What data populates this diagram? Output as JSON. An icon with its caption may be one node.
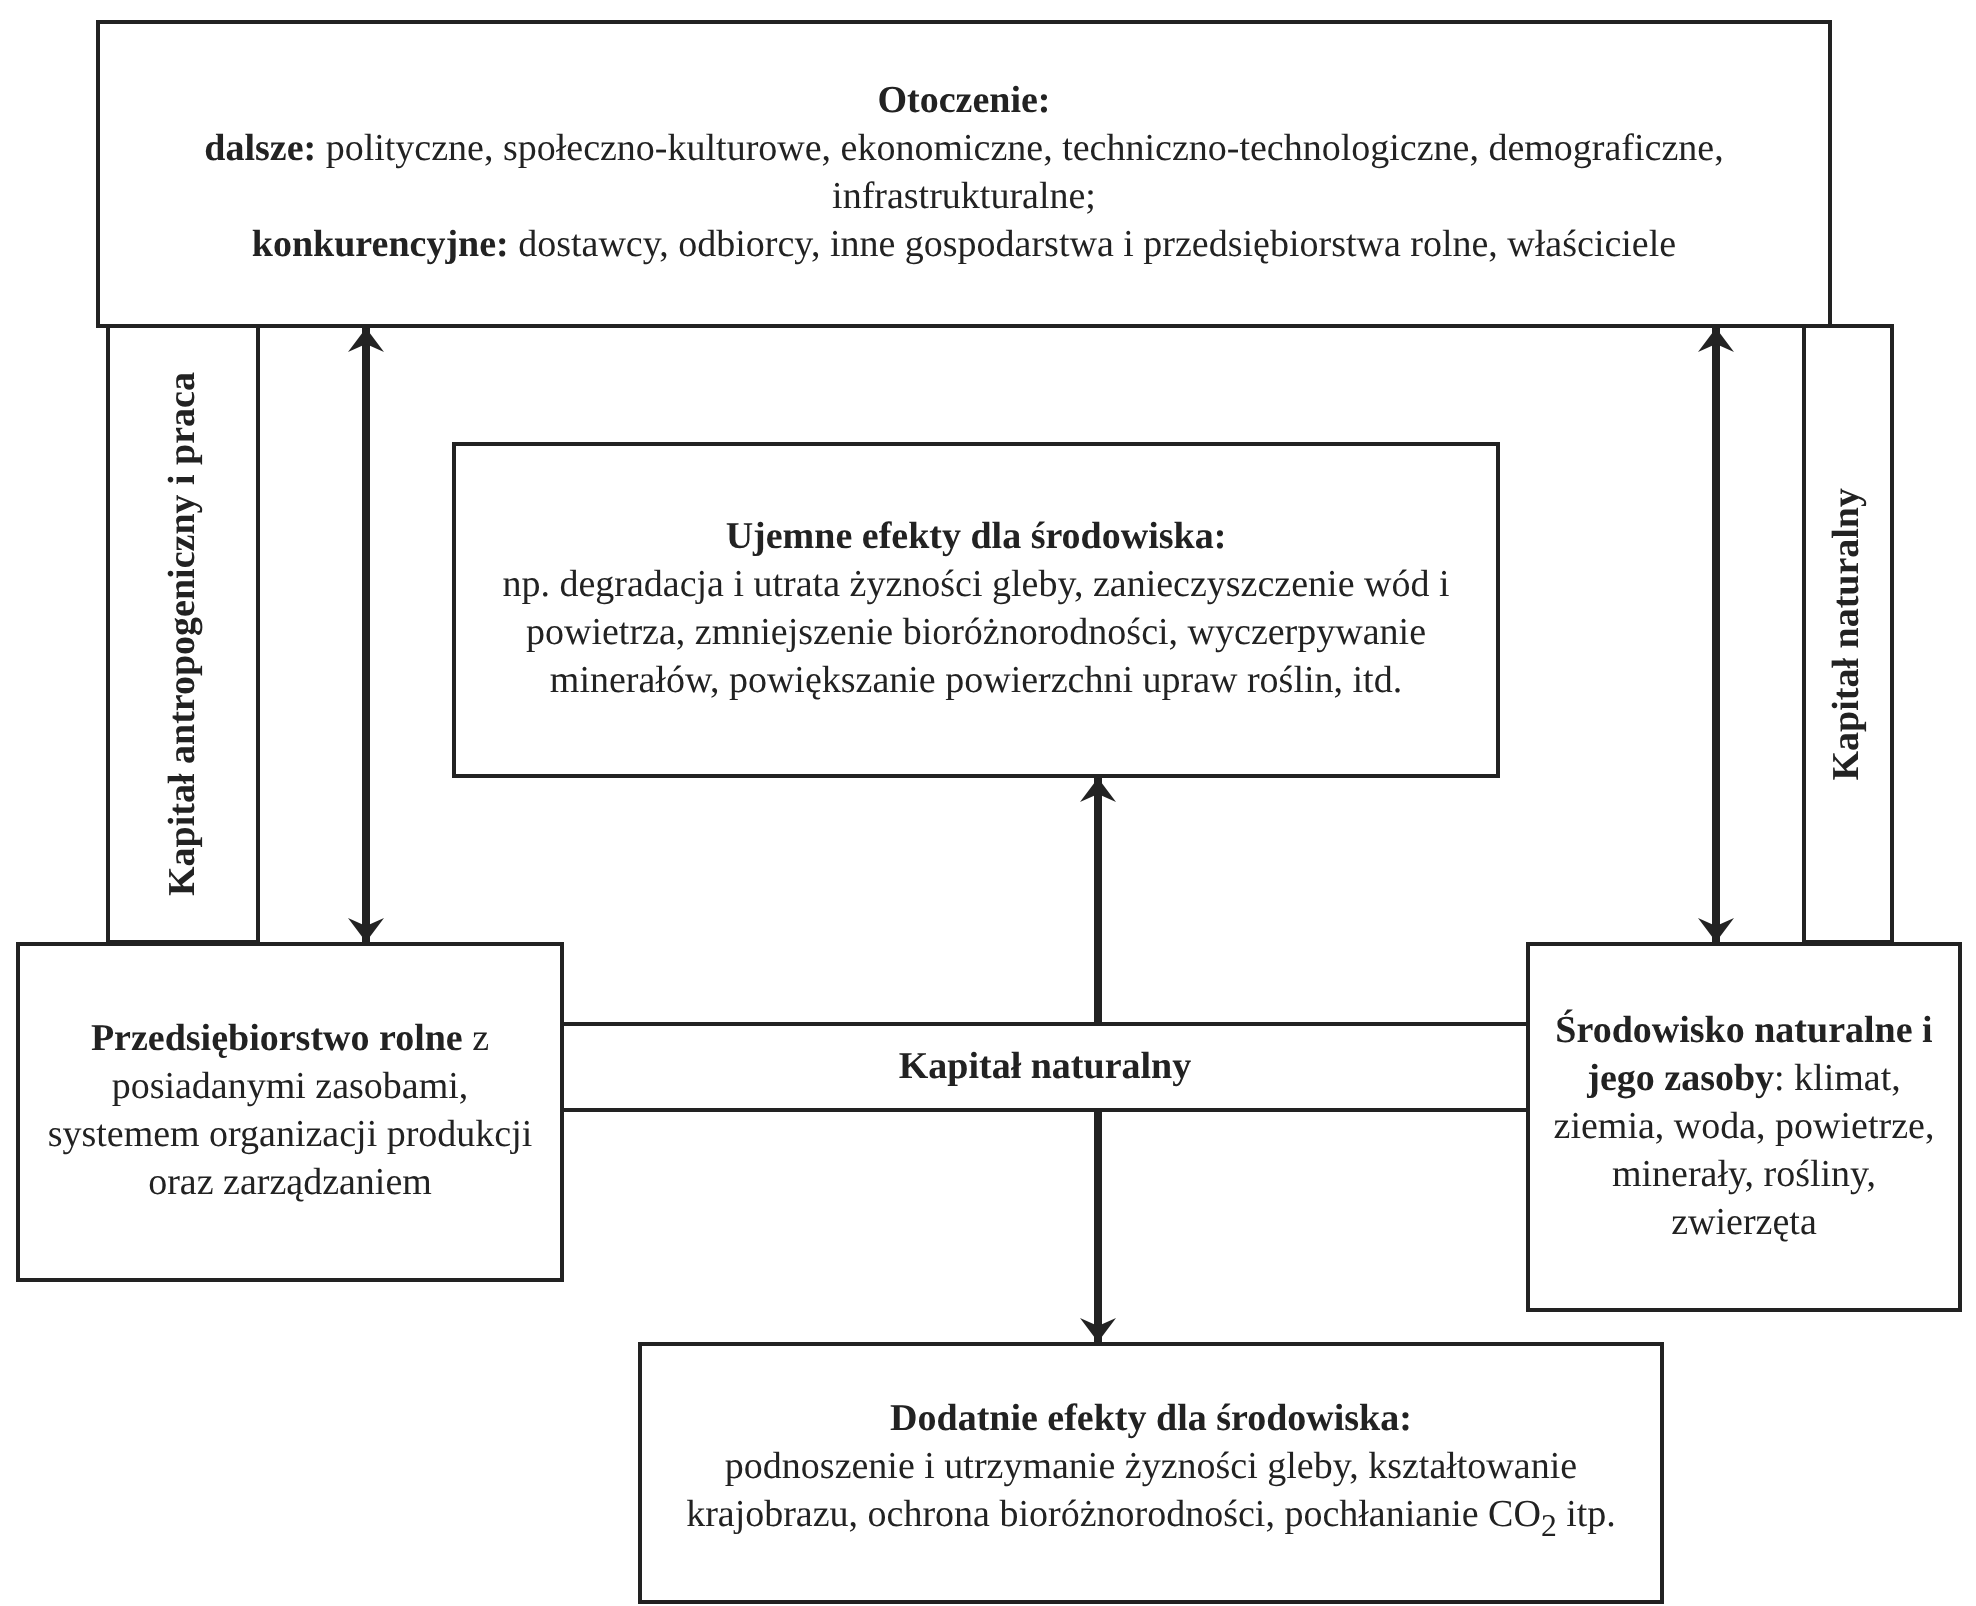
{
  "diagram": {
    "nodes": [
      {
        "text": [
          "Otoczenie:",
          "**dalsze:** polityczne, społeczno-kulturowe, ekonomiczne, techniczno-technologiczne, demograficzne, infrastrukturalne;",
          "**konkurencyjne:** dostawcy, odbiorcy, inne gospodarstwa i przedsiębiorstwa rolne, właściciele"
        ]
      },
      {
        "text": [
          "Kapitał antropogeniczny i praca"
        ]
      },
      {
        "text": [
          "Kapitał naturalny"
        ]
      },
      {
        "text": [
          "Ujemne efekty dla środowiska:",
          "np. degradacja i utrata żyzności gleby, zanieczyszczenie wód i powietrza, zmniejszenie bioróżnorodności, wyczerpywanie minerałów, powiększanie powierzchni upraw roślin, itd."
        ]
      },
      {
        "text": [
          "**Przedsiębiorstwo rolne** z posiadanymi zasobami, systemem organizacji produkcji oraz zarządzaniem"
        ]
      },
      {
        "text": [
          "Kapitał naturalny"
        ]
      },
      {
        "text": [
          "**Środowisko naturalne i jego zasoby**: klimat, ziemia, woda, powietrze, minerały, rośliny, zwierzęta"
        ]
      },
      {
        "text": [
          "Dodatnie efekty dla środowiska:",
          "podnoszenie i utrzymanie żyzności gleby, kształtowanie krajobrazu, ochrona bioróżnorodności, pochłanianie CO$_{2}$ itp."
        ]
      }
    ],
    "edges": [
      {
        "from": 0,
        "to": 4,
        "arrow": "both"
      },
      {
        "from": 0,
        "to": 6,
        "arrow": "both"
      },
      {
        "from": 5,
        "to": 3,
        "arrow": "to"
      },
      {
        "from": 5,
        "to": 7,
        "arrow": "to"
      }
    ]
  }
}
